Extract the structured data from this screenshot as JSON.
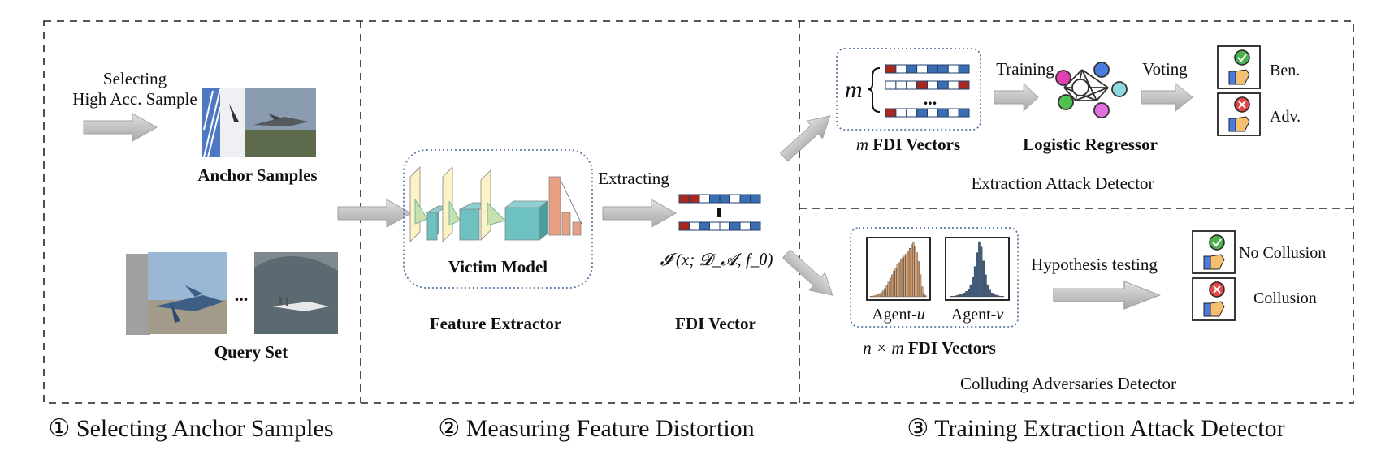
{
  "panel1": {
    "selecting_line1": "Selecting",
    "selecting_line2": "High Acc. Sample",
    "anchor_samples": "Anchor Samples",
    "query_ellipsis": "...",
    "query_set": "Query Set",
    "caption": "① Selecting Anchor Samples"
  },
  "panel2": {
    "victim_model": "Victim Model",
    "feature_extractor": "Feature Extractor",
    "extracting": "Extracting",
    "fdi_formula": "𝓘 (x; 𝓓_𝓐, f_θ)",
    "fdi_vector": "FDI Vector",
    "caption": "② Measuring Feature Distortion"
  },
  "panel3": {
    "m_label": "m",
    "vectors_ellipsis": "...",
    "m_fdi_vectors_var": "m",
    "m_fdi_vectors_text": "FDI Vectors",
    "training": "Training",
    "logistic_regressor": "Logistic Regressor",
    "voting": "Voting",
    "ben": "Ben.",
    "adv": "Adv.",
    "extraction_attack_detector": "Extraction Attack Detector",
    "agent_u_text": "Agent-",
    "agent_u_var": "u",
    "agent_v_text": "Agent-",
    "agent_v_var": "v",
    "nm_var": "n × m",
    "nm_text": "FDI Vectors",
    "hypothesis_testing": "Hypothesis testing",
    "no_collusion": "No Collusion",
    "collusion": "Collusion",
    "colluding_detector": "Colluding Adversaries Detector",
    "caption": "③ Training Extraction Attack Detector"
  },
  "colors": {
    "vector_red": "#a8281f",
    "vector_blue": "#3b6eb0",
    "arrow_gray": "#c8c8c8",
    "hist_orange": "#d8a070",
    "hist_blue": "#3f5d82",
    "check_green": "#4caf50",
    "cross_red": "#e04848",
    "cnn_yellow": "#fbf3c4",
    "cnn_teal": "#5fb3b3",
    "cnn_salmon": "#e8a082"
  }
}
